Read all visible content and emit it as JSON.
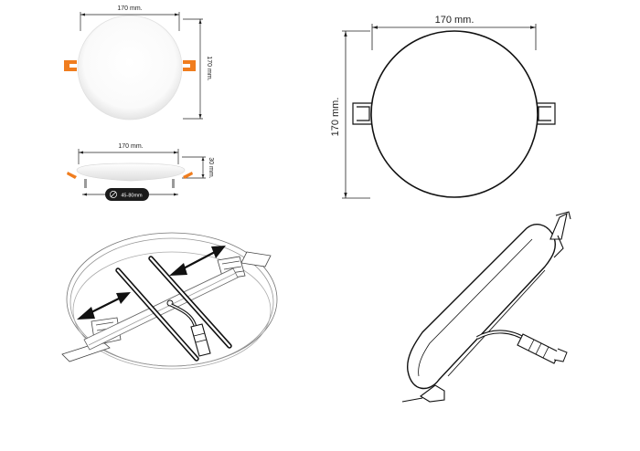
{
  "dimensions": {
    "top_width": "170 mm.",
    "top_height": "170 mm.",
    "side_width": "170 mm.",
    "side_height": "30 mm.",
    "cutout": "45-80mm",
    "outline_width": "170 mm.",
    "outline_height": "170 mm."
  },
  "colors": {
    "clip": "#f07d1e",
    "line": "#111111",
    "panel_shadow": "#e9e9e9",
    "badge": "#1b1b1b"
  },
  "icons": {
    "cutout_badge": "diameter-icon"
  }
}
